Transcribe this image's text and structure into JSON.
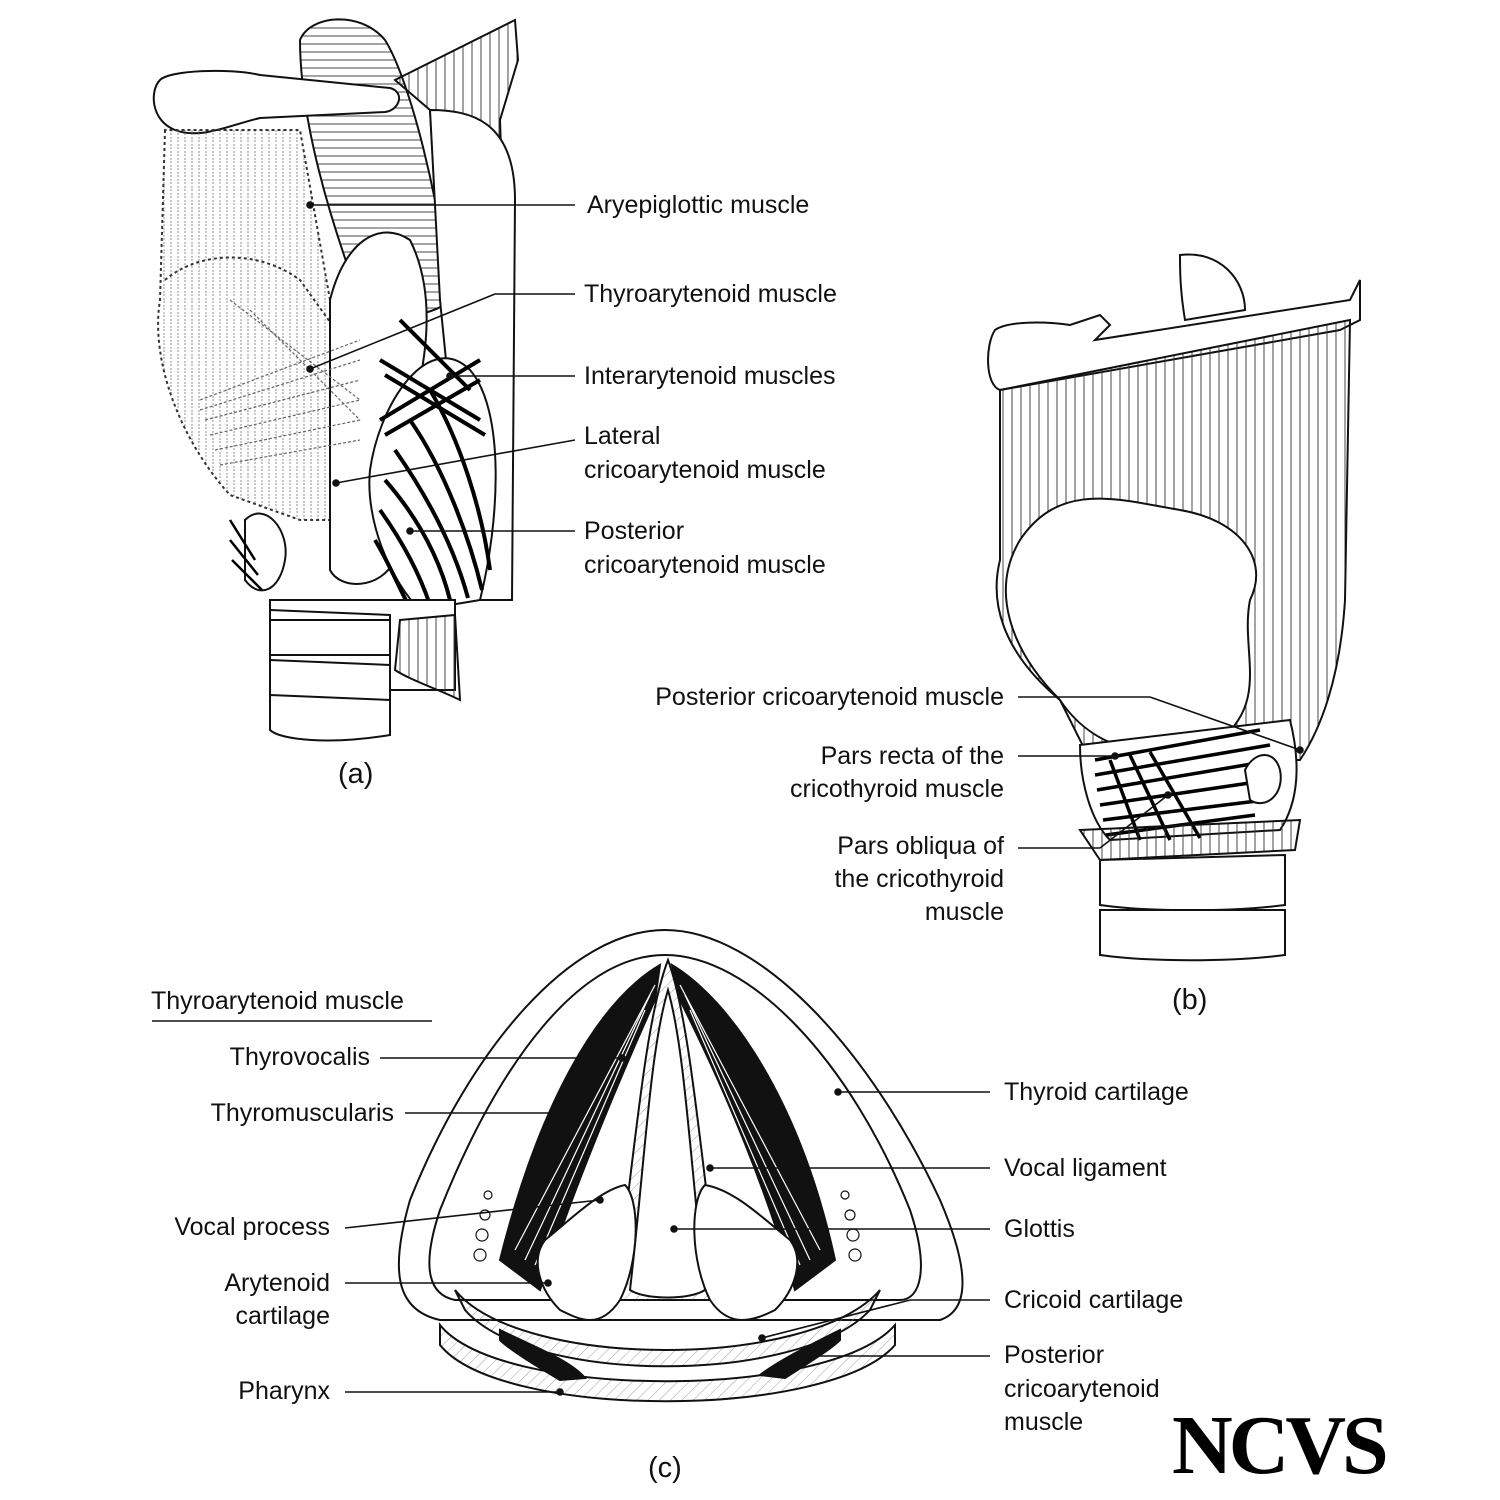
{
  "panels": {
    "a": {
      "tag": "(a)",
      "labels": {
        "aryepiglottic": "Aryepiglottic muscle",
        "thyroarytenoid": "Thyroarytenoid muscle",
        "interarytenoid": "Interarytenoid muscles",
        "lateral_l1": "Lateral",
        "lateral_l2": "cricoarytenoid muscle",
        "posterior_l1": "Posterior",
        "posterior_l2": "cricoarytenoid muscle"
      }
    },
    "b": {
      "tag": "(b)",
      "labels": {
        "posterior_ca": "Posterior cricoarytenoid muscle",
        "pars_recta_l1": "Pars recta of the",
        "pars_recta_l2": "cricothyroid muscle",
        "pars_obliqua_l1": "Pars obliqua of",
        "pars_obliqua_l2": "the cricothyroid",
        "pars_obliqua_l3": "muscle"
      }
    },
    "c": {
      "tag": "(c)",
      "heading": "Thyroarytenoid muscle",
      "labels": {
        "thyrovocalis": "Thyrovocalis",
        "thyromuscularis": "Thyromuscularis",
        "vocal_process": "Vocal process",
        "arytenoid_l1": "Arytenoid",
        "arytenoid_l2": "cartilage",
        "pharynx": "Pharynx",
        "thyroid_cartilage": "Thyroid cartilage",
        "vocal_ligament": "Vocal ligament",
        "glottis": "Glottis",
        "cricoid_cartilage": "Cricoid cartilage",
        "posterior_l1": "Posterior",
        "posterior_l2": "cricoarytenoid",
        "posterior_l3": "muscle"
      }
    }
  },
  "logo": "NCVS",
  "colors": {
    "ink": "#111111",
    "background": "#ffffff"
  }
}
